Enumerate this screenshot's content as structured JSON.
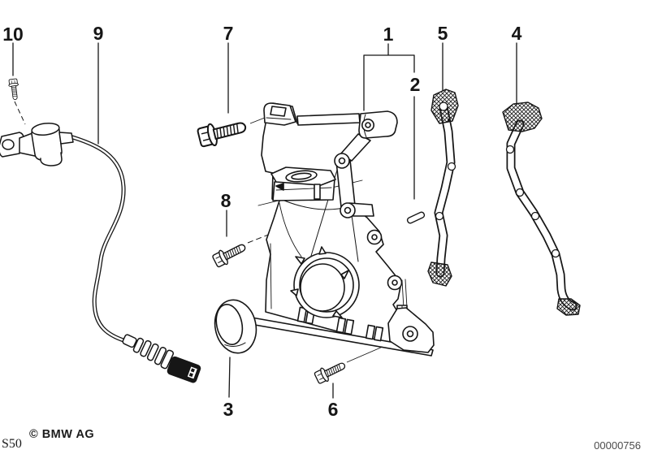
{
  "diagram": {
    "type": "exploded-parts-drawing",
    "subject": "engine timing case cover with gaskets, seal, sensor and bolts",
    "callouts": {
      "n1": "1",
      "n2": "2",
      "n3": "3",
      "n4": "4",
      "n5": "5",
      "n6": "6",
      "n7": "7",
      "n8": "8",
      "n9": "9",
      "n10": "10"
    },
    "footer": {
      "copyright": "© BMW AG",
      "model_code": "S50",
      "drawing_number": "00000756"
    },
    "colors": {
      "line": "#161616",
      "background": "#ffffff",
      "drawing_number_text": "#4b4b4b"
    }
  }
}
